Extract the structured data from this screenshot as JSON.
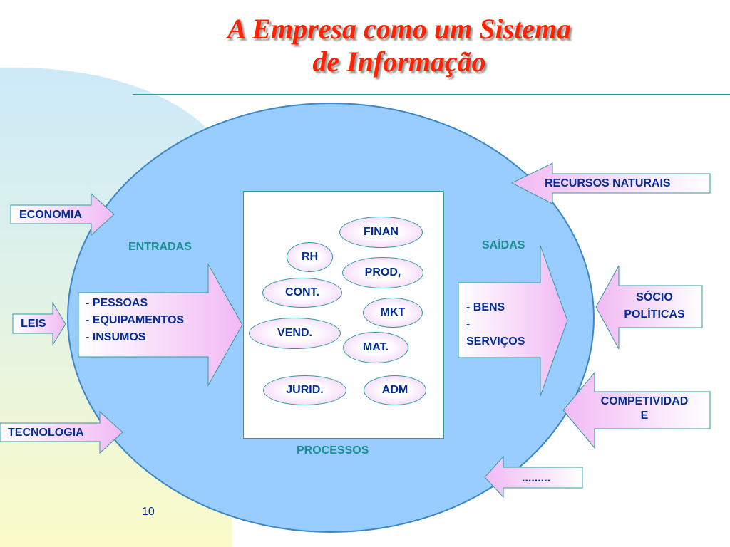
{
  "title_line1": "A Empresa como um Sistema",
  "title_line2": "de Informação",
  "center": {
    "processes": [
      "FINAN",
      "RH",
      "PROD,",
      "CONT.",
      "MKT",
      "VEND.",
      "MAT.",
      "JURID.",
      "ADM"
    ],
    "processos_label": "PROCESSOS"
  },
  "entradas": {
    "label": "ENTRADAS",
    "items": [
      "- PESSOAS",
      "- EQUIPAMENTOS",
      "- INSUMOS"
    ]
  },
  "saidas": {
    "label": "SAÍDAS",
    "items": [
      "- BENS",
      "-",
      "SERVIÇOS"
    ]
  },
  "left_inputs": [
    "ECONOMIA",
    "LEIS",
    "TECNOLOGIA"
  ],
  "right_inputs": [
    "RECURSOS NATURAIS",
    "SÓCIO POLÍTICAS",
    "COMPETIVIDADE",
    "........."
  ],
  "right_inputs_display": {
    "socio_line1": "SÓCIO",
    "socio_line2": "POLÍTICAS",
    "comp_line1": "COMPETIVIDAD",
    "comp_line2": "E"
  },
  "slide_number": "10",
  "colors": {
    "title": "#ff2200",
    "text": "#002b99",
    "ellipse": "#99ccff",
    "arrow_fill": "#f4c6f6"
  }
}
